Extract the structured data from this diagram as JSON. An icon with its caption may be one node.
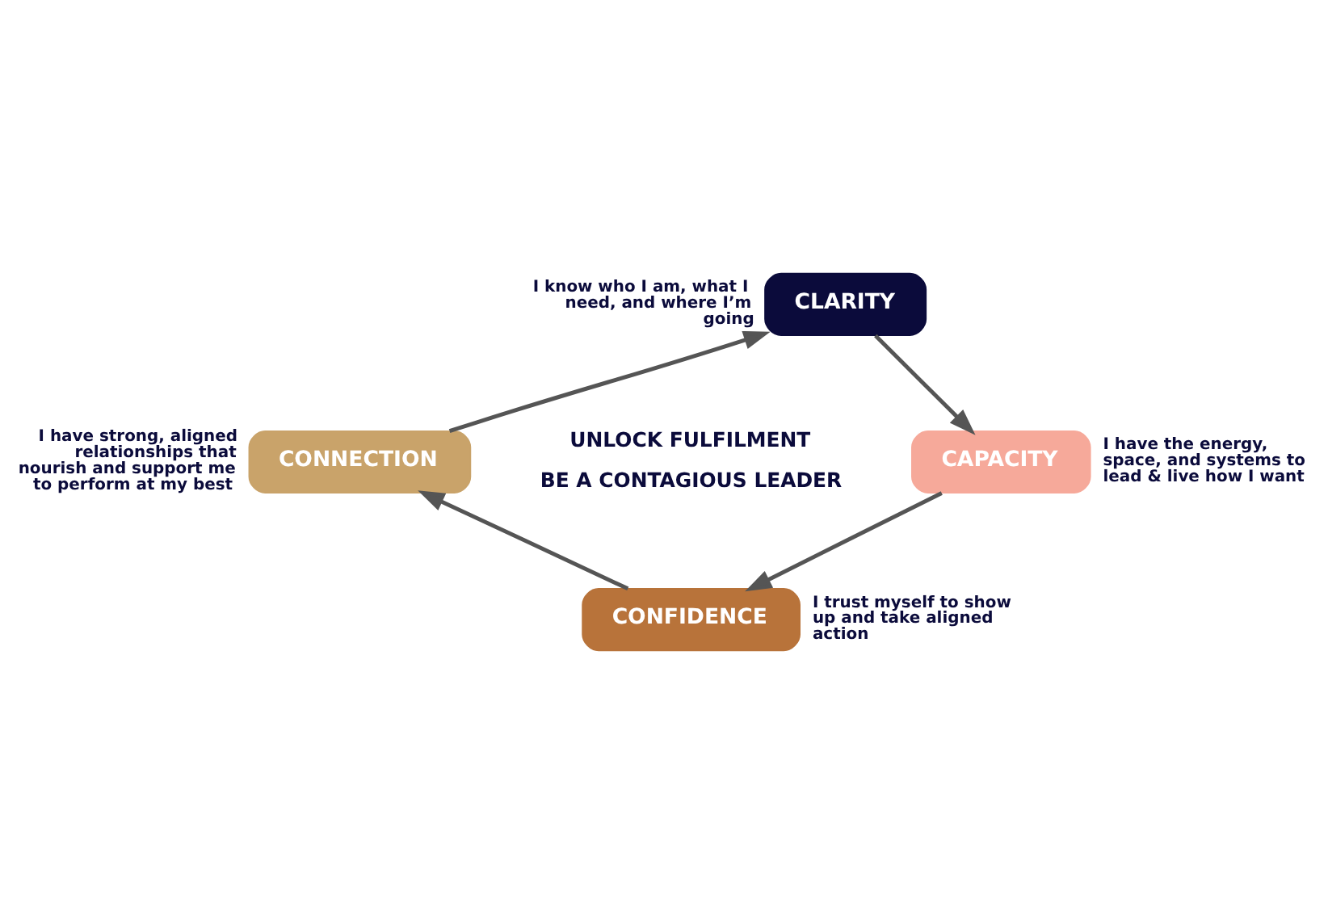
{
  "diagram": {
    "nodes": [
      {
        "text": [
          "CLARITY"
        ],
        "beside": [
          "I know who I am, what I need, and where I’m going"
        ]
      },
      {
        "text": [
          "CAPACITY"
        ],
        "beside": [
          "I have the energy, space, and systems to lead & live how I want"
        ]
      },
      {
        "text": [
          "CONFIDENCE"
        ],
        "beside": [
          "I trust myself to show up and take aligned action"
        ]
      },
      {
        "text": [
          "CONNECTION"
        ],
        "beside": [
          "I have strong, aligned relationships that nourish and support me to perform at my best"
        ]
      }
    ],
    "edges": [
      {
        "from": 0,
        "to": 1,
        "arrow": "to"
      },
      {
        "from": 1,
        "to": 2,
        "arrow": "to"
      },
      {
        "from": 2,
        "to": 3,
        "arrow": "to"
      },
      {
        "from": 3,
        "to": 0,
        "arrow": "to"
      }
    ],
    "labels": [
      "UNLOCK FULFILMENT",
      "BE A CONTAGIOUS LEADER"
    ]
  }
}
